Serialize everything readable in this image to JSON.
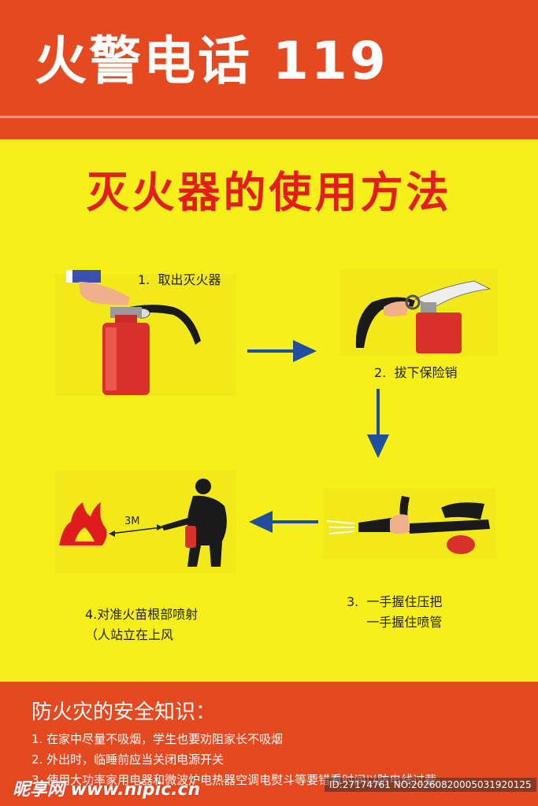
{
  "header": {
    "title": "火警电话 119"
  },
  "subtitle": "灭火器的使用方法",
  "steps": [
    {
      "label": "1.  取出灭火器"
    },
    {
      "label": "2.  拔下保险销"
    },
    {
      "label": "3.  一手握住压把\n     一手握住喷管"
    },
    {
      "label": "4.对准火苗根部喷射\n（人站立在上风"
    }
  ],
  "distance_label": "3M",
  "footer": {
    "title": "防火灾的安全知识：",
    "tips": [
      "1.   在家中尽量不吸烟，学生也要劝阻家长不吸烟",
      "2. 外出时，临睡前应当关闭电源开关",
      "3. 使用大功率家用电器和微波炉电热器空调电熨斗等要错看时间以防电线过载"
    ]
  },
  "watermark": "昵享网 www.nipic.cn",
  "image_id": "ID:27174761 NO:20260820005031920125",
  "colors": {
    "header_bg": "#e5491f",
    "body_bg": "#f7ef1a",
    "subtitle": "#e31c1c",
    "arrow": "#1f4f9e"
  }
}
